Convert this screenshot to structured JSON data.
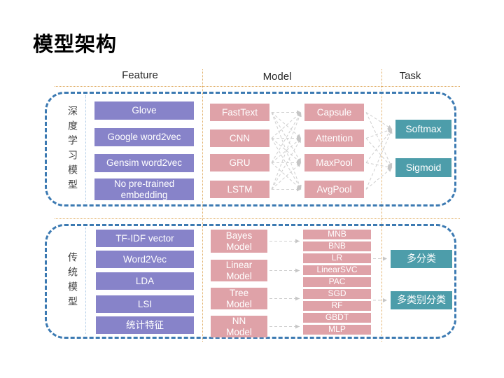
{
  "title": "模型架构",
  "columns": [
    {
      "label": "Feature"
    },
    {
      "label": "Model"
    },
    {
      "label": "Task"
    }
  ],
  "sections": [
    {
      "label": "深度学习模型",
      "feature_boxes": [
        "Glove",
        "Google word2vec",
        "Gensim word2vec",
        "No pre-trained embedding"
      ],
      "model_left_boxes": [
        "FastText",
        "CNN",
        "GRU",
        "LSTM"
      ],
      "model_right_boxes": [
        "Capsule",
        "Attention",
        "MaxPool",
        "AvgPool"
      ],
      "task_boxes": [
        "Softmax",
        "Sigmoid"
      ]
    },
    {
      "label": "传统模型",
      "feature_boxes": [
        "TF-IDF vector",
        "Word2Vec",
        "LDA",
        "LSI",
        "统计特征"
      ],
      "model_left_boxes": [
        "Bayes Model",
        "Linear Model",
        "Tree Model",
        "NN Model"
      ],
      "model_right_boxes": [
        "MNB",
        "BNB",
        "LR",
        "LinearSVC",
        "PAC",
        "SGD",
        "RF",
        "GBDT",
        "MLP"
      ],
      "task_boxes": [
        "多分类",
        "多类别分类"
      ]
    }
  ],
  "colors": {
    "feature_box": "#8783c9",
    "model_box": "#dfa2a8",
    "task_box": "#4d9daa",
    "frame_dash": "#3c7ab2",
    "guide_dotted": "#dfa95c",
    "arrow": "#c6c6c6"
  }
}
